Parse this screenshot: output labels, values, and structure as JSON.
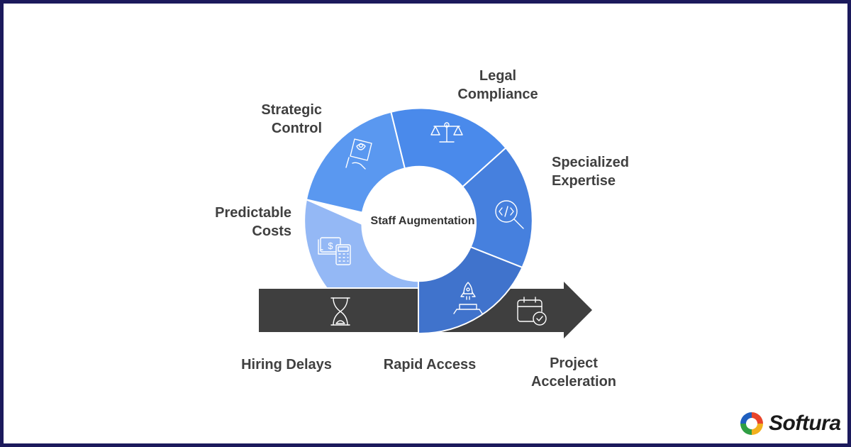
{
  "diagram": {
    "center": "Staff Augmentation",
    "segments": [
      {
        "id": "predictable-costs",
        "line1": "Predictable",
        "line2": "Costs",
        "icon": "cash-calculator-icon",
        "color": "#94b8f5"
      },
      {
        "id": "strategic-control",
        "line1": "Strategic",
        "line2": "Control",
        "icon": "hand-card-icon",
        "color": "#5a98f0"
      },
      {
        "id": "legal-compliance",
        "line1": "Legal",
        "line2": "Compliance",
        "icon": "scales-icon",
        "color": "#4a8aeb"
      },
      {
        "id": "specialized-expertise",
        "line1": "Specialized",
        "line2": "Expertise",
        "icon": "code-search-icon",
        "color": "#4680de"
      },
      {
        "id": "rapid-access",
        "line1": "Rapid Access",
        "line2": "",
        "icon": "rocket-icon",
        "color": "#4073cc"
      }
    ],
    "arrow_labels": [
      {
        "id": "hiring-delays",
        "line1": "Hiring Delays",
        "line2": "",
        "icon": "hourglass-icon"
      },
      {
        "id": "project-acceleration",
        "line1": "Project",
        "line2": "Acceleration",
        "icon": "calendar-check-icon"
      }
    ],
    "arrow_color": "#3f3f3f"
  },
  "brand": {
    "name": "Softura",
    "icon": "softura-logo-icon"
  }
}
